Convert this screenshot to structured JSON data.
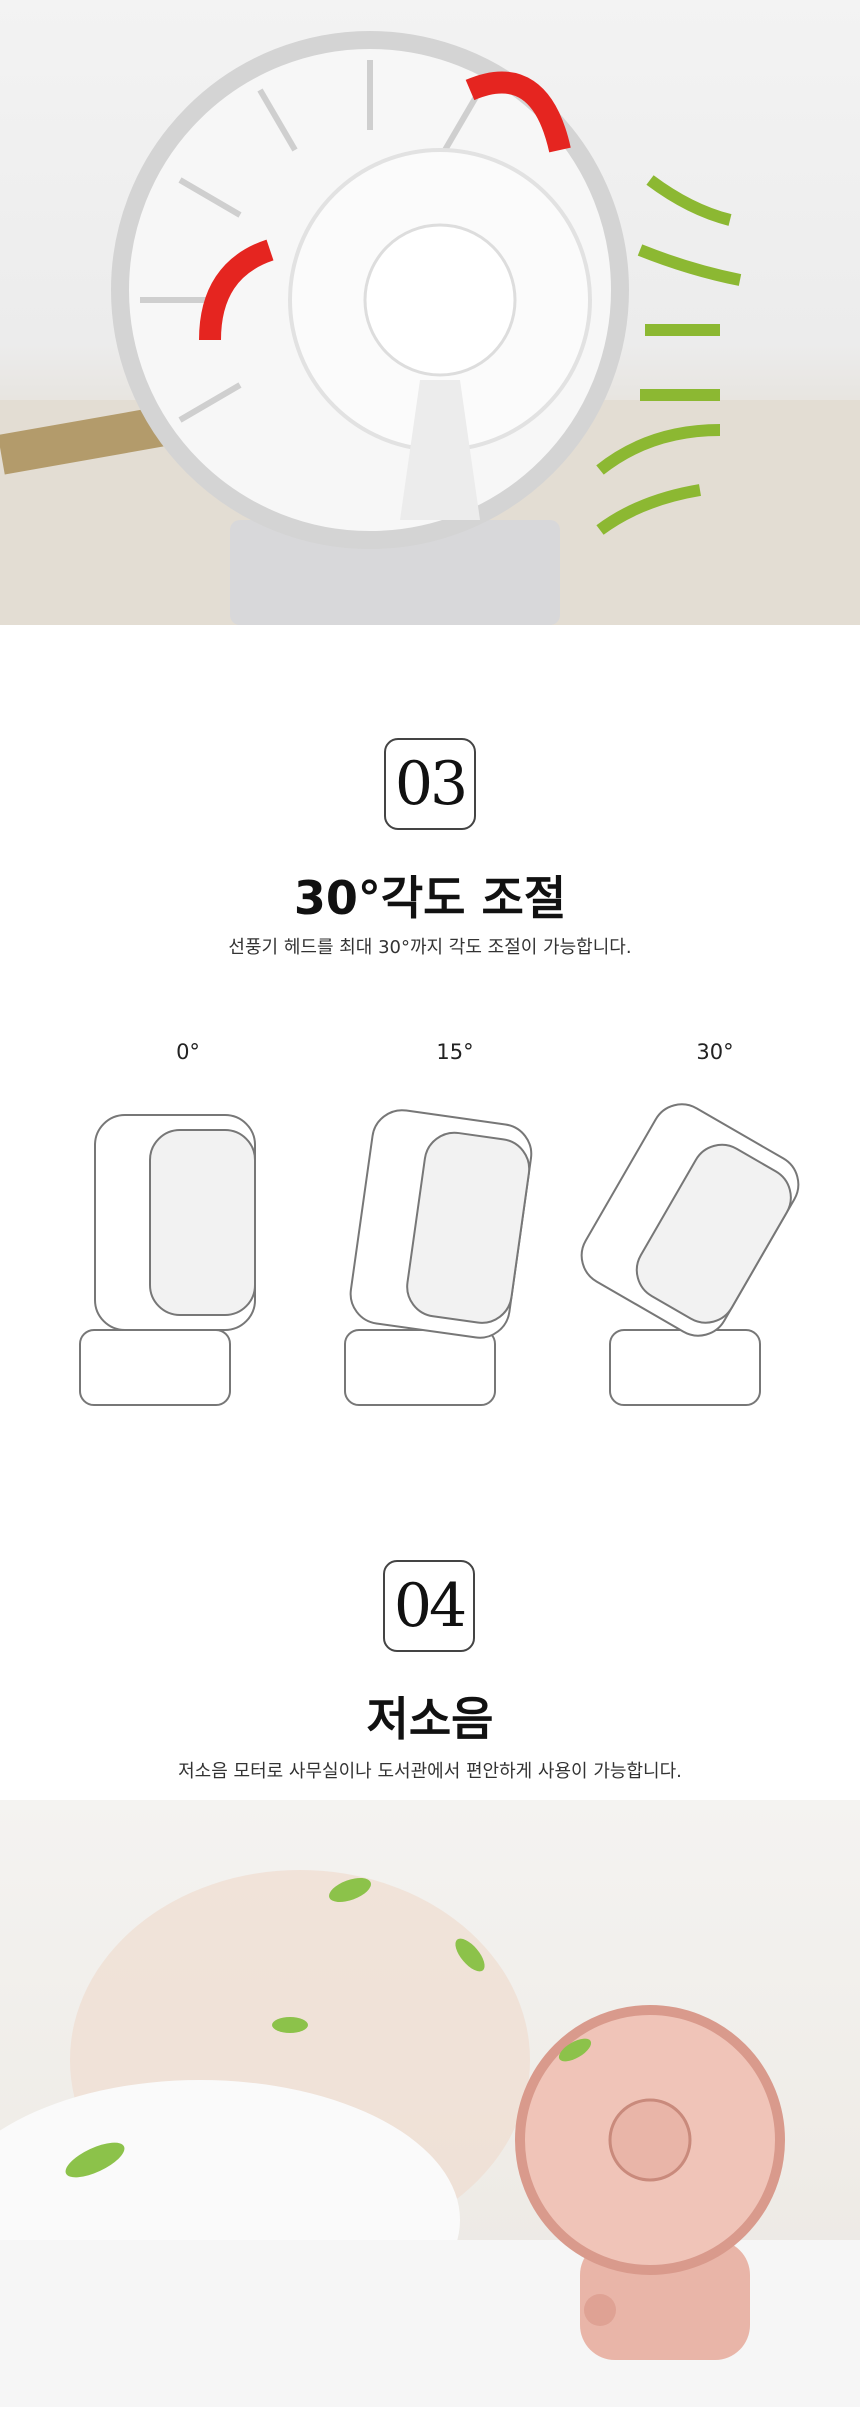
{
  "section3": {
    "number": "03",
    "title": "30°각도 조절",
    "subtitle": "선풍기 헤드를 최대 30°까지 각도 조절이 가능합니다.",
    "angles": [
      "0°",
      "15°",
      "30°"
    ]
  },
  "section4": {
    "number": "04",
    "title": "저소음",
    "subtitle": "저소음 모터로 사무실이나 도서관에서 편안하게 사용이 가능합니다."
  },
  "colors": {
    "arrow_red": "#e52520",
    "arrow_green": "#8cb832",
    "fan_pink": "#e9b5a8"
  }
}
